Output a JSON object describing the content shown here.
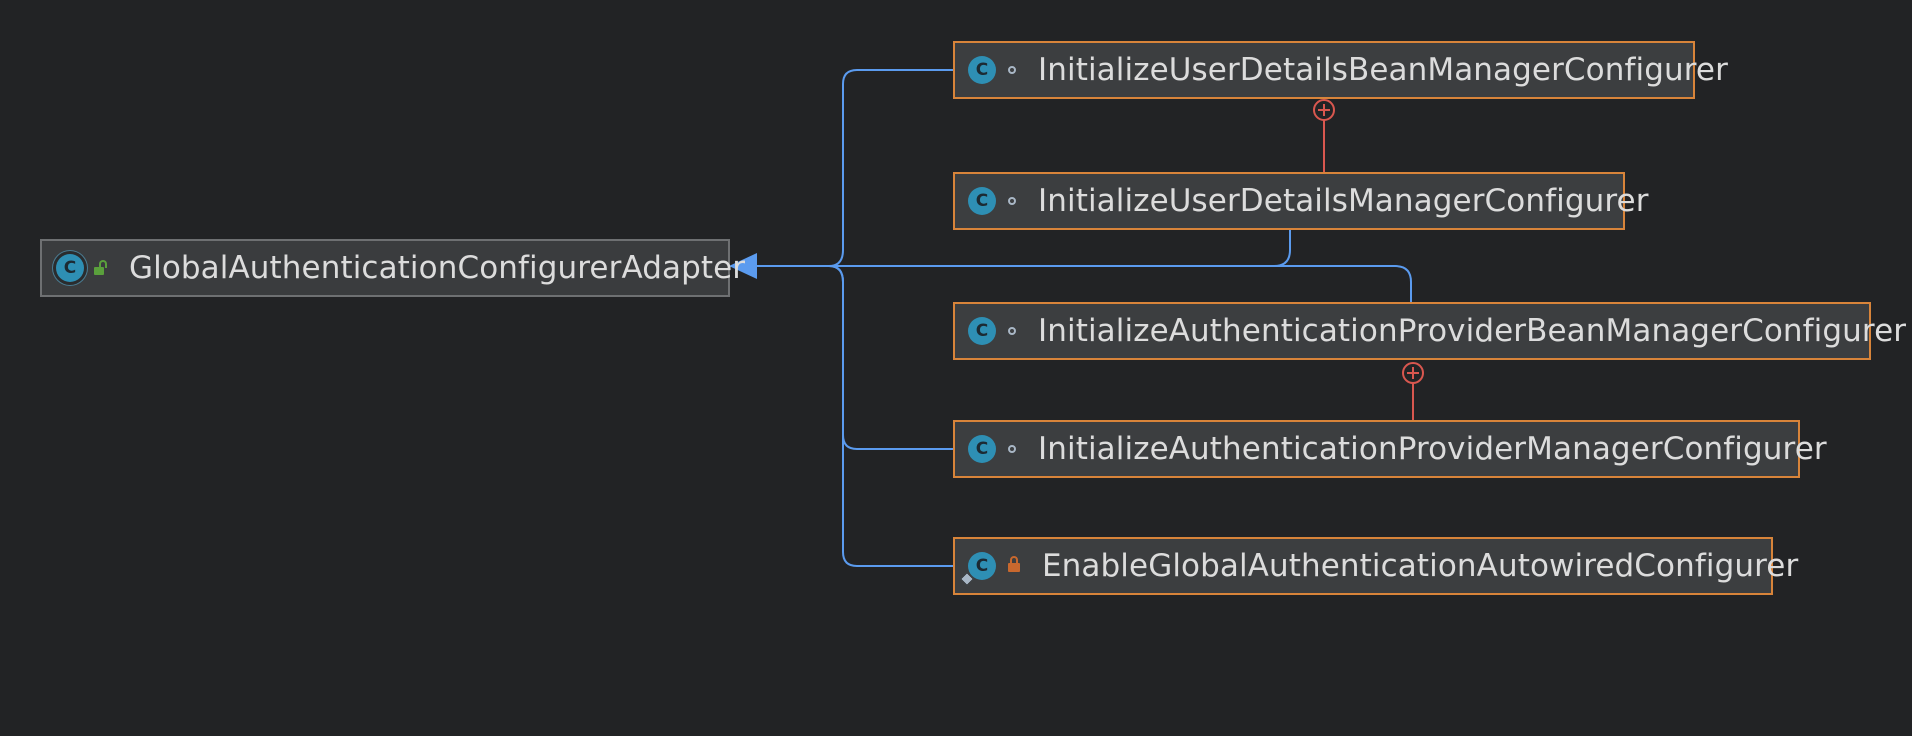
{
  "diagram": {
    "root": {
      "label": "GlobalAuthenticationConfigurerAdapter",
      "icon": "abstract-class-icon",
      "visibility": "public"
    },
    "children": [
      {
        "label": "InitializeUserDetailsBeanManagerConfigurer",
        "icon": "class-icon",
        "visibility": "package-private"
      },
      {
        "label": "InitializeUserDetailsManagerConfigurer",
        "icon": "class-icon",
        "visibility": "package-private"
      },
      {
        "label": "InitializeAuthenticationProviderBeanManagerConfigurer",
        "icon": "class-icon",
        "visibility": "package-private"
      },
      {
        "label": "InitializeAuthenticationProviderManagerConfigurer",
        "icon": "class-icon",
        "visibility": "package-private"
      },
      {
        "label": "EnableGlobalAuthenticationAutowiredConfigurer",
        "icon": "class-icon",
        "visibility": "private"
      }
    ],
    "relations": {
      "inheritance": "extends",
      "nested": "inner class"
    },
    "colors": {
      "background": "#222325",
      "edge": "#5b9bef",
      "nested_edge": "#d9574f",
      "node_border": "#d8843a",
      "class_icon": "#2e8fb4"
    }
  }
}
